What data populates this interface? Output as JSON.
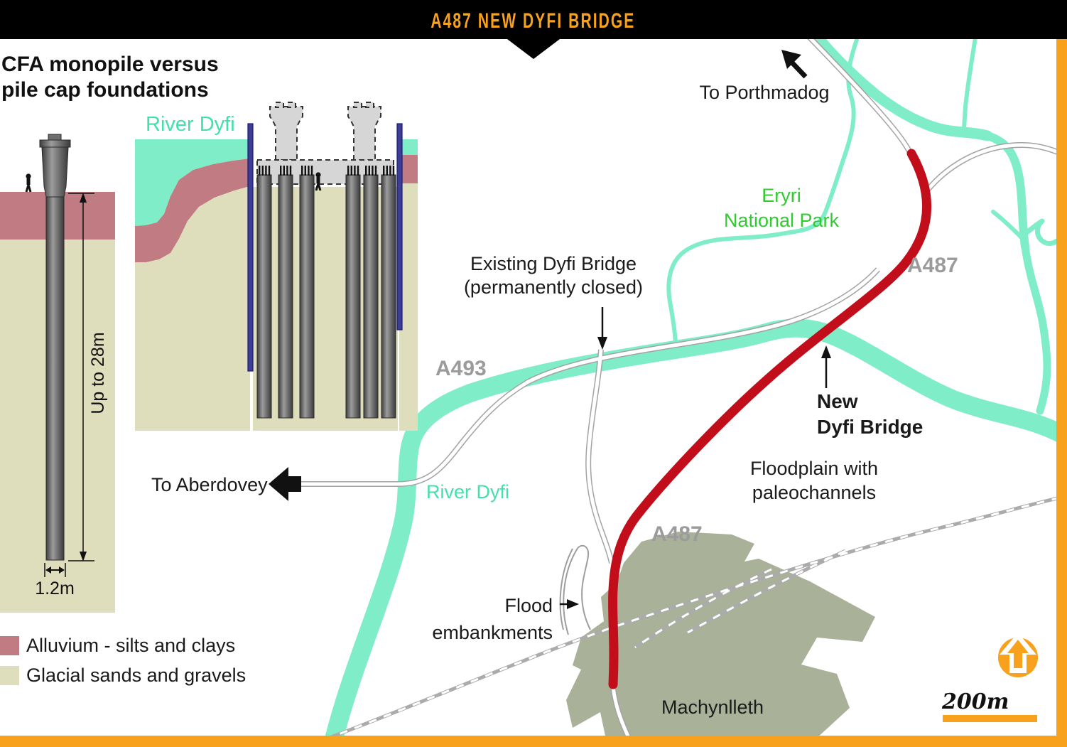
{
  "banner": {
    "title": "A487 NEW DYFI BRIDGE"
  },
  "inset": {
    "heading_line1": "CFA monopile versus",
    "heading_line2": "pile cap foundations",
    "monopile": {
      "depth_label": "Up to 28m",
      "diameter_label": "1.2m"
    },
    "pilecap": {
      "river_label": "River Dyfi"
    },
    "legend": [
      {
        "label": "Alluvium - silts and clays",
        "color": "#C17B82"
      },
      {
        "label": "Glacial sands and gravels",
        "color": "#DFDEBC"
      }
    ]
  },
  "map": {
    "labels": {
      "to_porthmadog": "To Porthmadog",
      "eryri_line1": "Eryri",
      "eryri_line2": "National Park",
      "existing_bridge_line1": "Existing Dyfi Bridge",
      "existing_bridge_line2": "(permanently closed)",
      "a493": "A493",
      "a487_north": "A487",
      "a487_south": "A487",
      "new_bridge_line1": "New",
      "new_bridge_line2": "Dyfi Bridge",
      "floodplain_line1": "Floodplain with",
      "floodplain_line2": "paleochannels",
      "to_aberdovey": "To Aberdovey",
      "river_dyfi": "River Dyfi",
      "flood_line1": "Flood",
      "flood_line2": "embankments",
      "machynlleth": "Machynlleth"
    },
    "scale_label": "200m"
  },
  "colors": {
    "accent_orange": "#F7A11C",
    "banner_bg": "#000000",
    "route_red": "#C10E1A",
    "river_teal": "#7FEDC7",
    "river_text_teal": "#43E0AD",
    "park_green": "#2FCB2F",
    "road_gray": "#A3A3A3",
    "road_label_gray": "#9B9B9B",
    "alluvium_pink": "#C17B82",
    "glacial_beige": "#DFDEBC",
    "town_olive": "#A9B199",
    "sheet_pile_blue": "#3C3E96"
  }
}
